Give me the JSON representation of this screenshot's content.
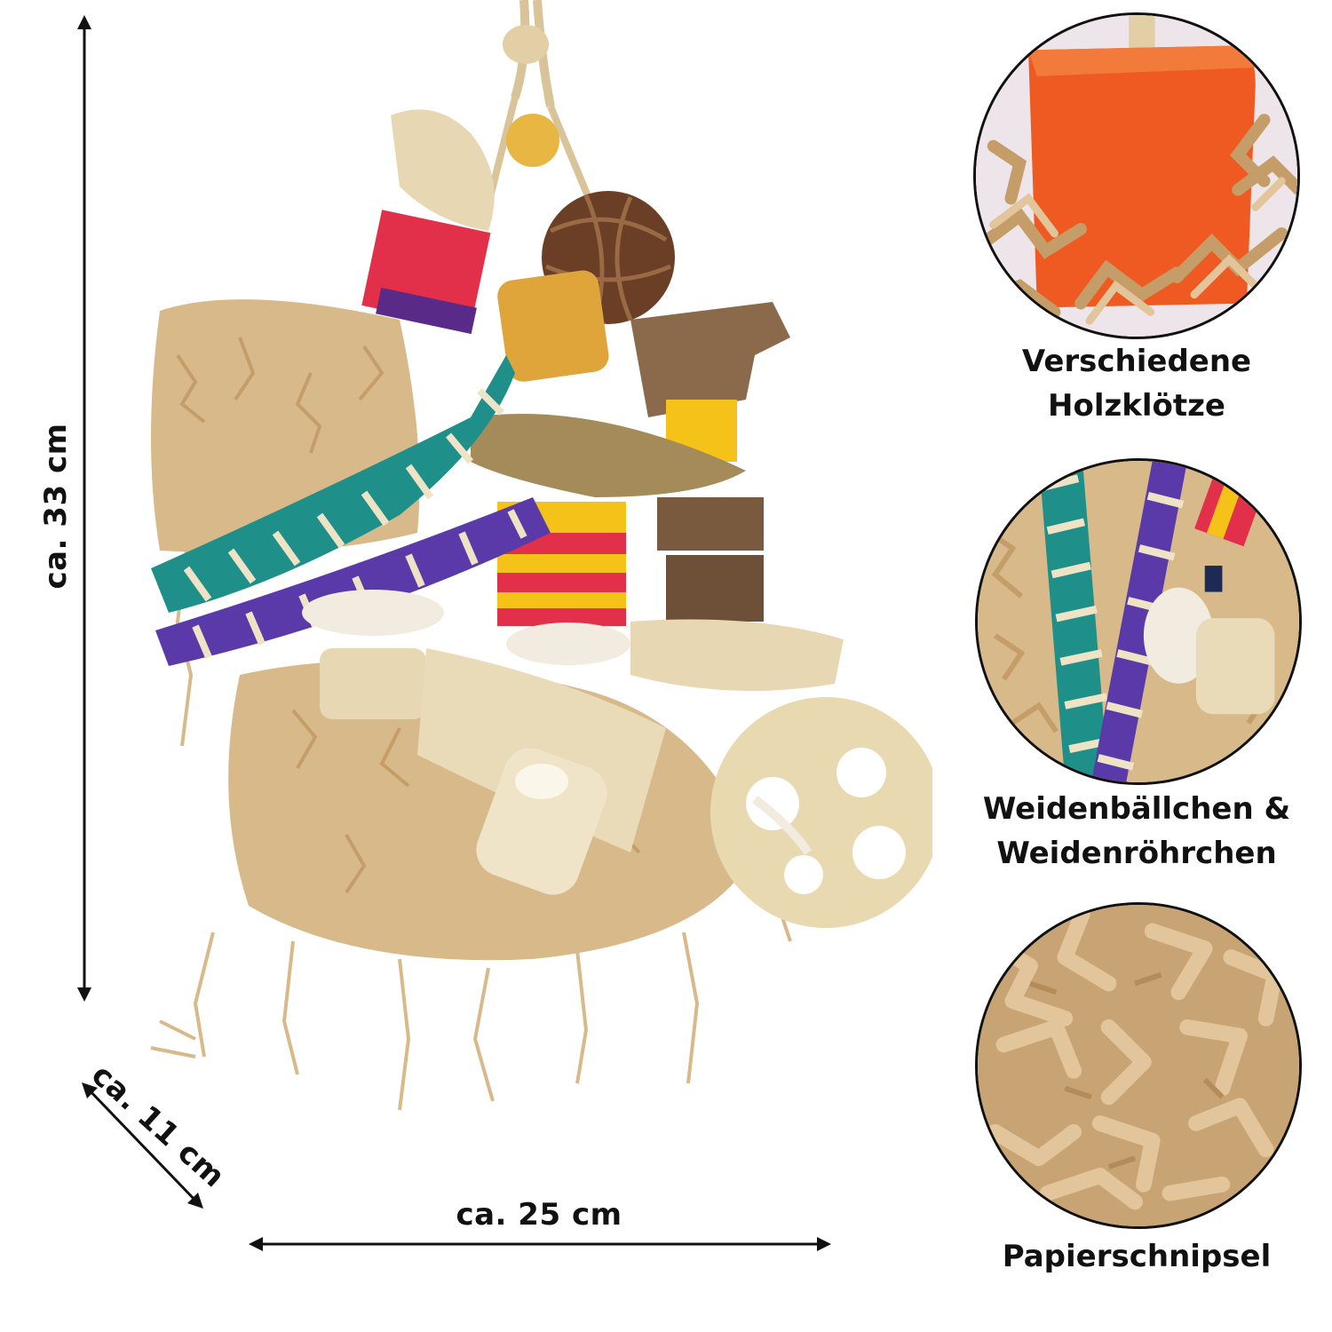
{
  "dimensions": {
    "height_label": "ca. 33 cm",
    "width_label": "ca. 25 cm",
    "depth_label": "ca. 11 cm"
  },
  "details": [
    {
      "lines": [
        "Verschiedene",
        "Holzklötze"
      ],
      "icon": "wooden-block-closeup"
    },
    {
      "lines": [
        "Weidenbällchen &",
        "Weidenröhrchen"
      ],
      "icon": "woven-tubes-closeup"
    },
    {
      "lines": [
        "Papierschnipsel"
      ],
      "icon": "paper-shreds-closeup"
    }
  ],
  "colors": {
    "paper": "#d8b98a",
    "teal": "#1f8f8a",
    "purple": "#5a3aa8",
    "red": "#e2304a",
    "orange": "#ee5a22",
    "yellow": "#f5c21a",
    "brown": "#8a6a4a"
  }
}
